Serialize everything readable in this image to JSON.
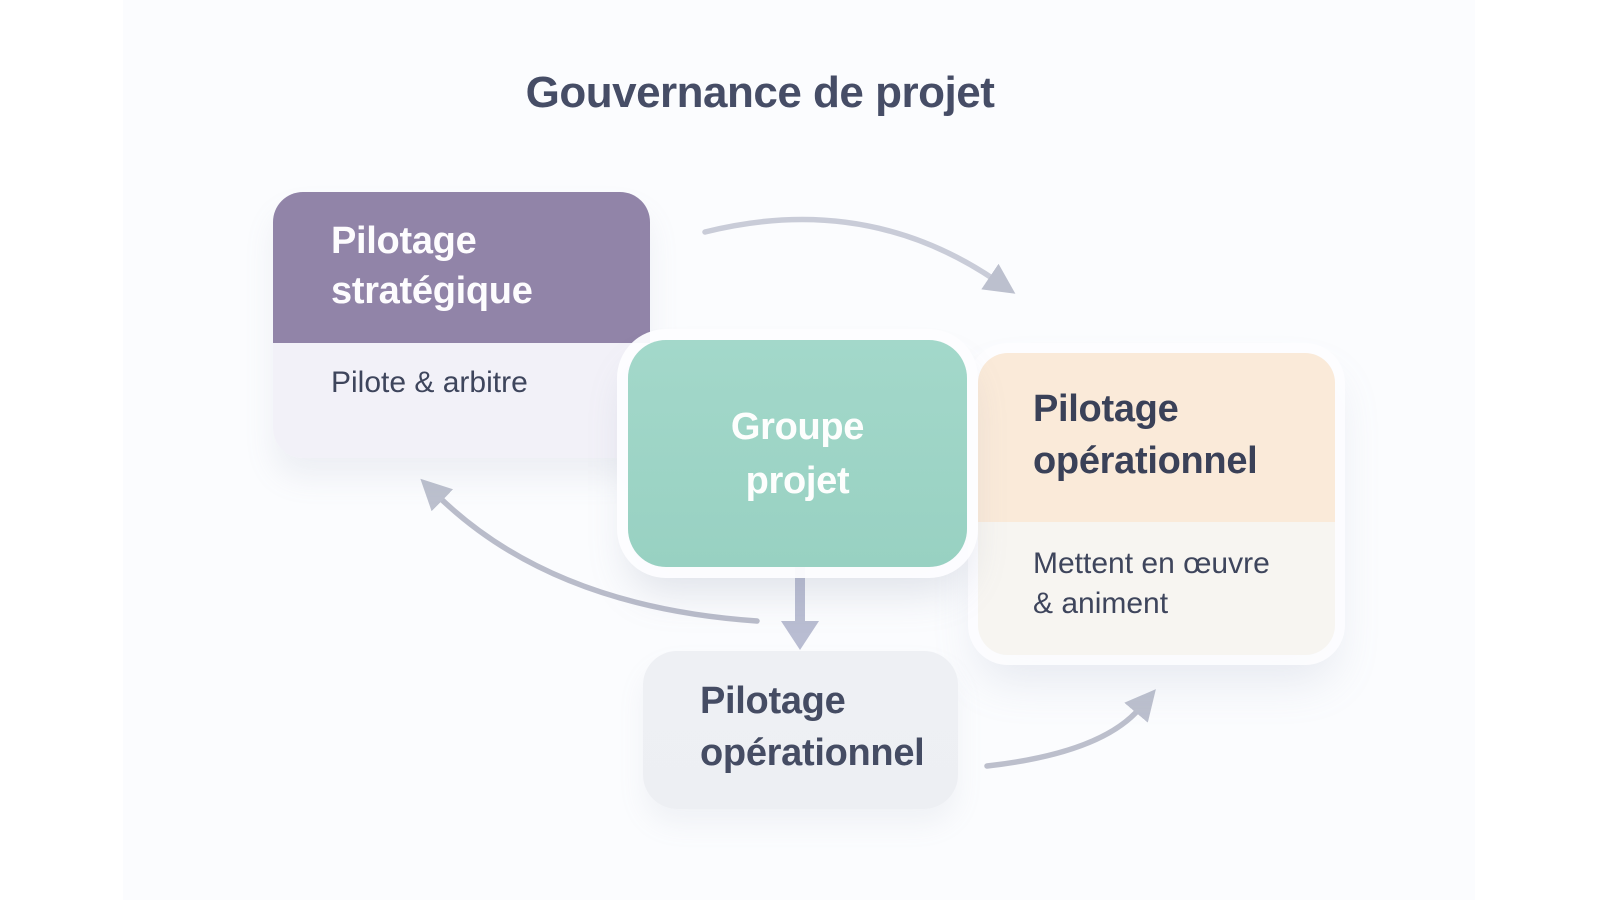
{
  "title": "Gouvernance de projet",
  "background": "#fbfcfe",
  "text_color": "#3e455c",
  "cards": {
    "strategic": {
      "title": "Pilotage\nstratégique",
      "subtitle": "Pilote & arbitre",
      "header_color": "#9184a8",
      "body_color": "#f2f1f8"
    },
    "project_group": {
      "title": "Groupe\nprojet",
      "color": "#9ed5c7"
    },
    "operational": {
      "title": "Pilotage\nopérationnel",
      "subtitle": "Mettent en œuvre\n& animent",
      "header_color": "#faead9",
      "body_color": "#f7f5f1"
    },
    "operational_node": {
      "title": "Pilotage\nopérationnel",
      "color": "#edeff3"
    }
  },
  "arrows": {
    "color": "#bcc0ce"
  }
}
